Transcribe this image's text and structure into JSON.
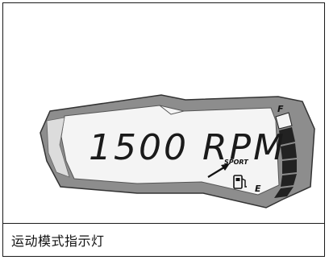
{
  "display": {
    "rpm_reading": "1500 RPM",
    "mode_label": "SPORT",
    "fuel_full_label": "F",
    "fuel_empty_label": "E",
    "fuel_level_segments_lit": 5,
    "fuel_level_segments_total": 6
  },
  "caption": {
    "text": "运动模式指示灯"
  },
  "icons": [
    "fuel-pump-icon",
    "arrow-icon"
  ],
  "colors": {
    "frame": "#1a1a1a",
    "bezel": "#8a8a8a",
    "bezel_light": "#c9c9c9",
    "segment": "#222222"
  }
}
